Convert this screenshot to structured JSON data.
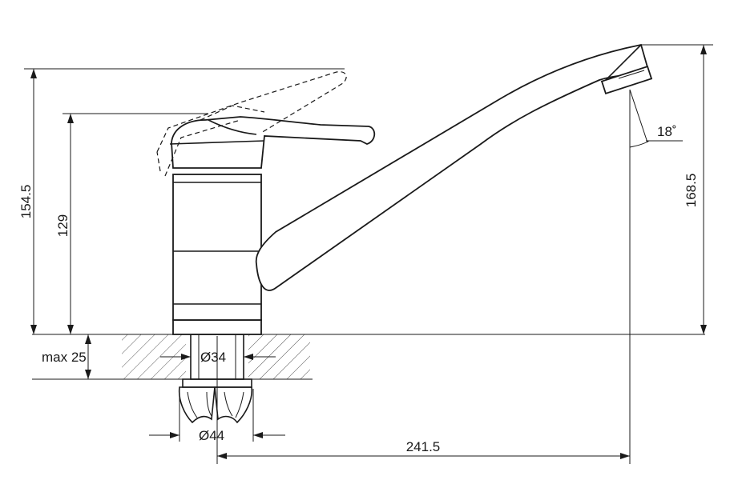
{
  "dimensions": {
    "overall_height": "154.5",
    "body_height": "129",
    "spout_height": "168.5",
    "spout_reach": "241.5",
    "mount_thickness": "max 25",
    "shank_diameter": "Ø34",
    "nut_diameter": "Ø44",
    "spout_angle": "18˚"
  }
}
